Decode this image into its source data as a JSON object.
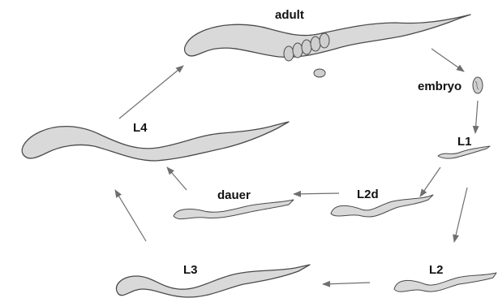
{
  "diagram": {
    "labels": {
      "adult": "adult",
      "embryo": "embryo",
      "l1": "L1",
      "l2d": "L2d",
      "dauer": "dauer",
      "l4": "L4",
      "l3": "L3",
      "l2": "L2"
    },
    "colors": {
      "worm_fill": "#d9d9d9",
      "worm_stroke": "#4a4a4a",
      "arrow": "#6f6f6f",
      "text": "#111111"
    }
  }
}
